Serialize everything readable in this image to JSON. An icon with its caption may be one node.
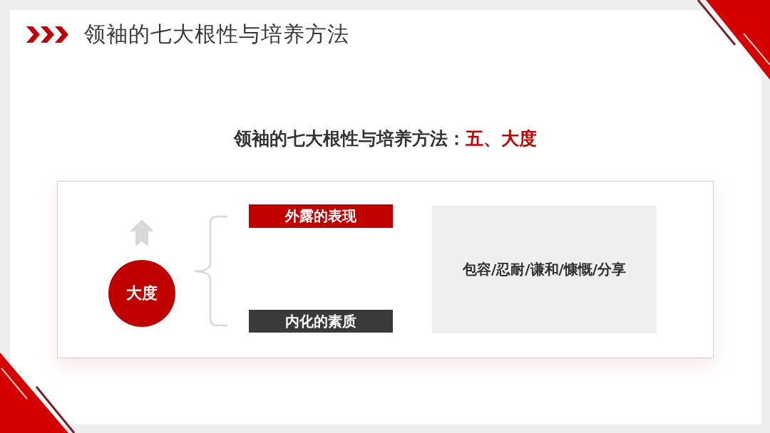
{
  "diagram": {
    "title": "领袖的七大根性与培养方法",
    "nodes": [
      {
        "text": [],
        "shape": "box"
      },
      {
        "text": [
          "大度"
        ],
        "in": 0
      },
      {
        "text": [
          "外露的表现"
        ],
        "in": 0
      },
      {
        "text": [
          "内化的素质"
        ],
        "in": 0
      },
      {
        "text": [
          "包容/忍耐/谦和/慷慨/分享"
        ],
        "in": 0
      }
    ],
    "labels": [
      "领袖的七大根性与培养方法：",
      "五、大度"
    ]
  }
}
